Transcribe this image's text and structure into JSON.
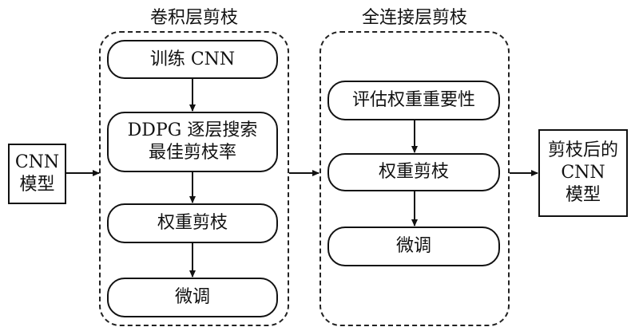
{
  "input_box": {
    "line1": "CNN",
    "line2": "模型"
  },
  "conv_group": {
    "title": "卷积层剪枝",
    "steps": [
      {
        "line1": "训练 CNN"
      },
      {
        "line1": "DDPG 逐层搜索",
        "line2": "最佳剪枝率"
      },
      {
        "line1": "权重剪枝"
      },
      {
        "line1": "微调"
      }
    ]
  },
  "fc_group": {
    "title": "全连接层剪枝",
    "steps": [
      {
        "line1": "评估权重重要性"
      },
      {
        "line1": "权重剪枝"
      },
      {
        "line1": "微调"
      }
    ]
  },
  "output_box": {
    "line1": "剪枝后的",
    "line2": "CNN",
    "line3": "模型"
  }
}
